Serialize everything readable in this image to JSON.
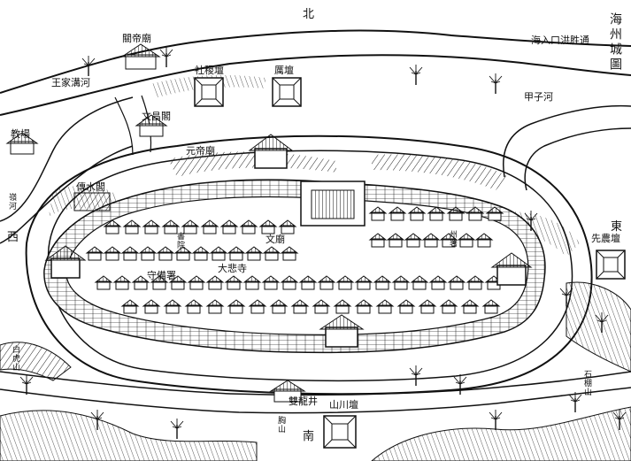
{
  "map": {
    "title": "海州城圖",
    "directions": {
      "north": "北",
      "south": "南",
      "east": "東",
      "west": "西"
    },
    "labels": {
      "river_top_right": "海入口洪胜通",
      "sheji_altar": "社稷壇",
      "li_altar": "厲壇",
      "guandi_temple_top": "關帝廟",
      "wang_family_river": "王家溝河",
      "jiachi_river": "甲子河",
      "drill_ground": "教場",
      "wenchang_pavilion": "文昌閣",
      "guandi_temple_mid": "元帝廟",
      "chuanshui_hall": "傳水閣",
      "canal": "嶺河",
      "xiancheng_shrine": "先農壇",
      "yamen": "州署",
      "confucian_temple": "文廟",
      "lecture_hall": "書院",
      "dabei_temple": "大悲寺",
      "guard_station": "守備署",
      "white_tiger_hill": "白虎山",
      "stone_bridge": "石棚山",
      "mountain_altar": "山川壇",
      "mingchuan_altar": "雙龍井",
      "south_hill": "胸山"
    }
  }
}
